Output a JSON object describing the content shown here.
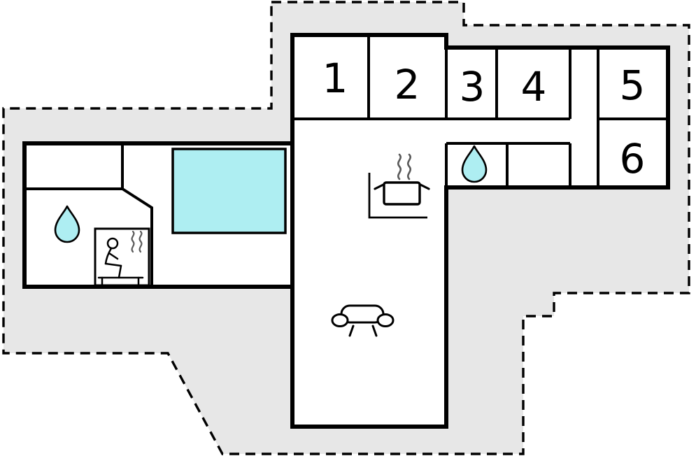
{
  "plan": {
    "name": "holiday-home-floor-plan",
    "room_count": "6",
    "rooms": [
      {
        "id": "1",
        "label": "1"
      },
      {
        "id": "2",
        "label": "2"
      },
      {
        "id": "3",
        "label": "3"
      },
      {
        "id": "4",
        "label": "4"
      },
      {
        "id": "5",
        "label": "5"
      },
      {
        "id": "6",
        "label": "6"
      }
    ],
    "icons": {
      "pool": "swimming-pool",
      "bathroom_left": "water-drop",
      "bathroom_right": "water-drop",
      "kitchen": "cooking-pot-with-steam",
      "living_room": "sofa",
      "sauna": "sauna-person-with-heat-waves"
    },
    "colors": {
      "plot_fill": "#e7e7e7",
      "water_fill": "#aeeef2",
      "wall": "#000000",
      "room_fill": "#ffffff",
      "steam": "#5a5a5a"
    }
  }
}
